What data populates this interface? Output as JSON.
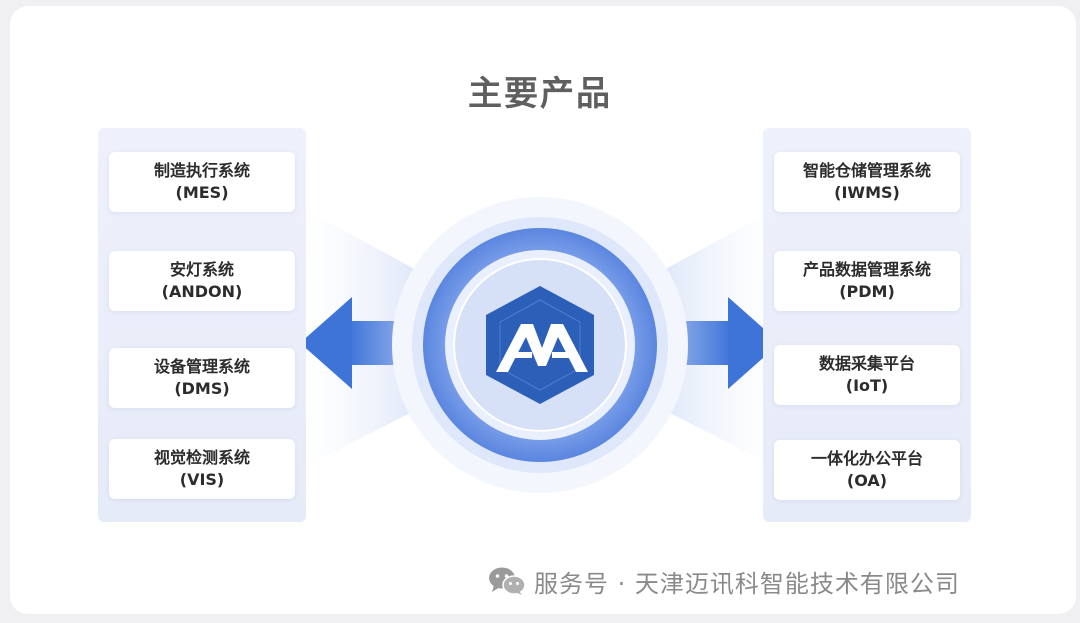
{
  "title": "主要产品",
  "left_items": [
    {
      "name": "制造执行系统",
      "code": "(MES)"
    },
    {
      "name": "安灯系统",
      "code": "(ANDON)"
    },
    {
      "name": "设备管理系统",
      "code": "(DMS)"
    },
    {
      "name": "视觉检测系统",
      "code": "(VIS)"
    }
  ],
  "right_items": [
    {
      "name": "智能仓储管理系统",
      "code": "(IWMS)"
    },
    {
      "name": "产品数据管理系统",
      "code": "(PDM)"
    },
    {
      "name": "数据采集平台",
      "code": "(IoT)"
    },
    {
      "name": "一体化办公平台",
      "code": "(OA)"
    }
  ],
  "logo_icon": "hexagon-aa-logo-icon",
  "watermark": {
    "icon": "wechat-icon",
    "text": "服务号 · 天津迈讯科智能技术有限公司"
  },
  "colors": {
    "accent": "#3e73d8",
    "ring": "#6f97e8",
    "hexagon": "#2c5fb8",
    "title": "#5f5f5f"
  }
}
